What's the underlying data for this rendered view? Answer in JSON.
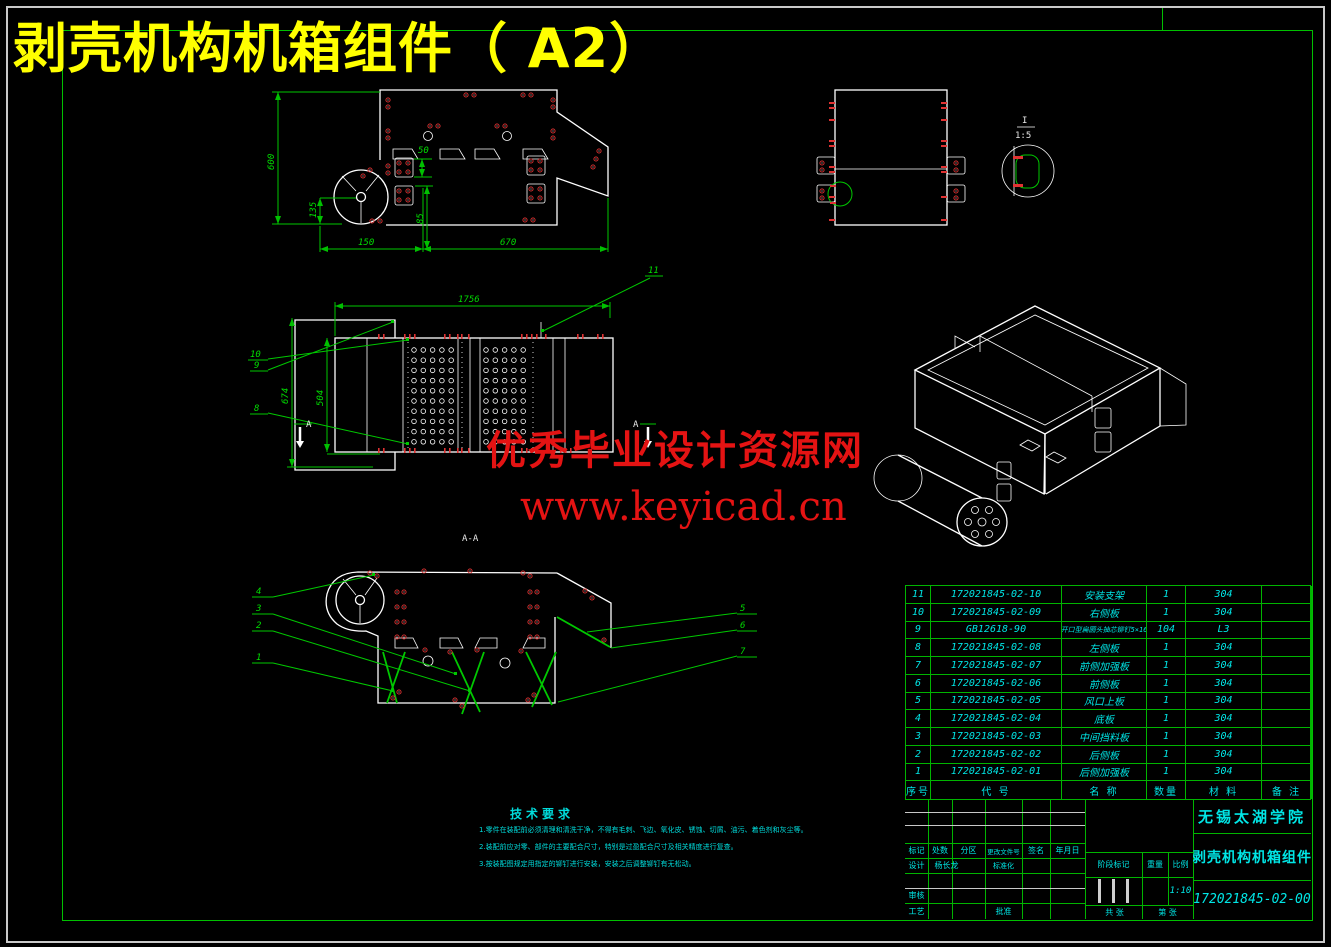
{
  "sheet": {
    "title": "剥壳机构机箱组件（ A2）",
    "watermark_line1": "优秀毕业设计资源网",
    "watermark_line2": "www.keyicad.cn"
  },
  "colors": {
    "line_green": "#00c000",
    "text_cyan": "#00e6e6",
    "title_yellow": "#ffff00",
    "watermark_red": "#e41313",
    "rivet_red": "#e03232",
    "white_line": "#ffffff"
  },
  "tech_requirements": {
    "title": "技术要求",
    "lines": [
      "1.零件在装配前必须清理和清洗干净，不得有毛刺、飞边、氧化皮、锈蚀、切屑、油污、着色剂和灰尘等。",
      "2.装配前应对零、部件的主要配合尺寸，特别是过盈配合尺寸及相关精度进行复查。",
      "3.按装配图规定用指定的铆钉进行安装，安装之后调整铆钉有无松动。"
    ]
  },
  "views": {
    "front_view": {
      "dim_600": "600",
      "dim_135": "135",
      "dim_50": "50",
      "dim_85": "85",
      "dim_150": "150",
      "dim_670": "670"
    },
    "top_view": {
      "dim_1756": "1756",
      "dim_674": "674",
      "dim_504": "504",
      "leader_10": "10",
      "leader_9": "9",
      "leader_8": "8",
      "leader_11": "11",
      "section_letter": "A"
    },
    "side_view": {
      "detail_label": "I",
      "detail_scale": "1:5"
    },
    "section_view": {
      "label": "A-A",
      "leader_1": "1",
      "leader_2": "2",
      "leader_3": "3",
      "leader_4": "4",
      "leader_5": "5",
      "leader_6": "6",
      "leader_7": "7"
    }
  },
  "parts_table": {
    "headers": {
      "no": "序号",
      "code": "代  号",
      "name": "名  称",
      "qty": "数量",
      "mat": "材  料",
      "note": "备  注"
    },
    "rows": [
      {
        "no": "11",
        "code": "172021845-02-10",
        "name": "安装支架",
        "qty": "1",
        "mat": "304",
        "note": ""
      },
      {
        "no": "10",
        "code": "172021845-02-09",
        "name": "右侧板",
        "qty": "1",
        "mat": "304",
        "note": ""
      },
      {
        "no": "9",
        "code": "GB12618-90",
        "name": "开口型扁圆头抽芯铆钉5×16",
        "qty": "104",
        "mat": "L3",
        "note": ""
      },
      {
        "no": "8",
        "code": "172021845-02-08",
        "name": "左侧板",
        "qty": "1",
        "mat": "304",
        "note": ""
      },
      {
        "no": "7",
        "code": "172021845-02-07",
        "name": "前侧加强板",
        "qty": "1",
        "mat": "304",
        "note": ""
      },
      {
        "no": "6",
        "code": "172021845-02-06",
        "name": "前侧板",
        "qty": "1",
        "mat": "304",
        "note": ""
      },
      {
        "no": "5",
        "code": "172021845-02-05",
        "name": "风口上板",
        "qty": "1",
        "mat": "304",
        "note": ""
      },
      {
        "no": "4",
        "code": "172021845-02-04",
        "name": "底板",
        "qty": "1",
        "mat": "304",
        "note": ""
      },
      {
        "no": "3",
        "code": "172021845-02-03",
        "name": "中间挡料板",
        "qty": "1",
        "mat": "304",
        "note": ""
      },
      {
        "no": "2",
        "code": "172021845-02-02",
        "name": "后侧板",
        "qty": "1",
        "mat": "304",
        "note": ""
      },
      {
        "no": "1",
        "code": "172021845-02-01",
        "name": "后侧加强板",
        "qty": "1",
        "mat": "304",
        "note": ""
      }
    ]
  },
  "title_block": {
    "school": "无锡太湖学院",
    "drawing_title": "剥壳机构机箱组件",
    "drawing_number": "172021845-02-00",
    "scale_value": "1:10",
    "designer": "杨长龙",
    "labels": {
      "mark": "标记",
      "count": "处数",
      "zone": "分区",
      "change_file": "更改文件号",
      "signature": "签名",
      "date": "年月日",
      "design": "设计",
      "standardization": "标准化",
      "review": "审核",
      "process": "工艺",
      "approve": "批准",
      "stage_mark": "阶段标记",
      "weight": "重量",
      "scale": "比例",
      "sheet_total": "共  张",
      "sheet_no": "第  张"
    }
  }
}
